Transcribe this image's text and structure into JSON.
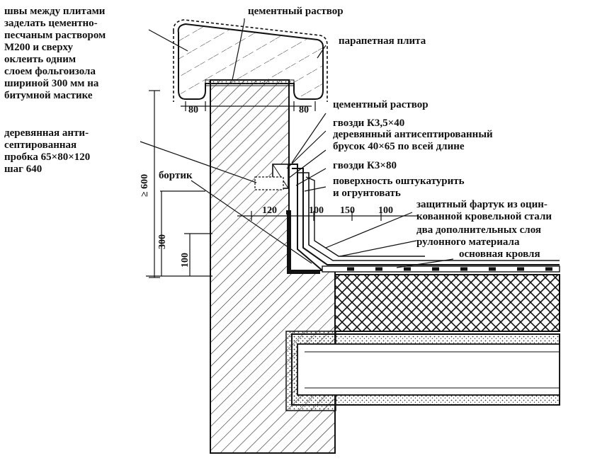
{
  "title": "",
  "labels": {
    "seams": [
      "швы между плитами",
      "заделать цементно-",
      "песчаным раствором",
      "М200 и сверху",
      "оклеить одним",
      "слоем фольгоизола",
      "шириной 300 мм на",
      "битумной мастике"
    ],
    "cement_top": "цементный раствор",
    "parapet_slab": "парапетная плита",
    "cement_mid": "цементный раствор",
    "nails_1": "гвозди К3,5×40",
    "bar": [
      "деревянный антисептированный",
      "брусок 40×65 по всей длине"
    ],
    "nails_2": "гвозди К3×80",
    "plaster": [
      "поверхность оштукатурить",
      "и огрунтовать"
    ],
    "plug": [
      "деревянная анти-",
      "септированная",
      "пробка 65×80×120",
      "шаг 640"
    ],
    "bortik": "бортик",
    "apron": [
      "защитный фартук из оцин-",
      "кованной кровельной стали"
    ],
    "extra_layers": [
      "два дополнительных слоя",
      "рулонного материала"
    ],
    "main_roof": "основная кровля"
  },
  "dimensions": {
    "d80_left": "80",
    "d80_right": "80",
    "d600": "≥ 600",
    "d300": "300",
    "d100_v": "100",
    "d120": "120",
    "d100_a": "100",
    "d150": "150",
    "d100_b": "100"
  },
  "colors": {
    "ink": "#111111",
    "paper": "#ffffff"
  }
}
